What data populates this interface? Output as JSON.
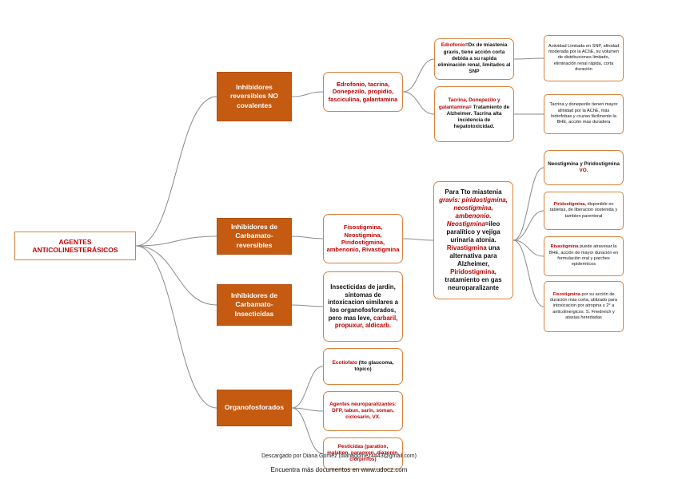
{
  "root": {
    "label": "AGENTES ANTICOLINESTERÁSICOS"
  },
  "categories": [
    {
      "label": "Inhibidores reversibles NO covalentes"
    },
    {
      "label": "Inhibidores de Carbamato-reversibles"
    },
    {
      "label": "Inhibidores de Carbamato-Insecticidas"
    },
    {
      "label": "Organofosforados"
    }
  ],
  "leaves": {
    "non_covalent_drugs": "Edrofonio, tacrina, Donepezilo, propidio, fasciculina, galantamina",
    "edrofonio": {
      "name": "Edrofonio",
      "text": "=Dx de miastenia gravis, tiene acción corta debida a su rapida eliminación renal, limitados al SNP"
    },
    "edrofonio_note": "Actividad Limitada en SNP, afinidad moderada por la AChE, su volumen de distribuciones limitado, eliminación renal rápida, corta duración",
    "tacrina": {
      "name": "Tacrina, Donepezilo y galantamina",
      "text": "= Tratamiento de Alzheimer. Tacrina alta incidencia de hepatotoxicidad."
    },
    "tacrina_note": "Tacrina y donepezilo tienen mayor afinidad por la AChE, más hidrofobas y cruzan fácilmente la BHE, acción mas duradera",
    "carbamate_drugs": "Fisostigmina, Neostigmina, Piridostigmina, ambenonio, Rivastigmina",
    "carbamate_uses": {
      "intro": "Para Tto miastenia",
      "gravis": "gravis: piridostigmina",
      "neo": ", neostigmina,",
      "ambenonio": "ambenonio.",
      "neo2": "Neostigmina",
      "ileo": "=ileo paralítico y vejiga urinaria atonia.",
      "rivas": "Rivastigmina",
      "rivas_text": " una alternativa para Alzheimer,",
      "pirido": "Piridostigmina,",
      "pirido_text": " tratamiento en gas neuroparalizante"
    },
    "neo_pirido": {
      "text": "Neostigmina y Piridostigmina",
      "tag": "VO."
    },
    "piridostigmina": {
      "name": "Piridostigmina,",
      "text": " disponible en tabletas, de liberacion sostenida y tambien parenteral"
    },
    "rivastigmina": {
      "name": "Rivastigmina",
      "text": " puede atravesar la BHE, acción de mayor duración en formulación oral y parches epidermicos"
    },
    "fisostigmina": {
      "name": "Fisostigmina",
      "text": " por su acción de duración más corta, utilizado para intoxicacion por atropina y 2° a anticolinergicos. S. Friedreich y ataxias heredadas"
    },
    "insecticides": {
      "text": "Insecticidas de jardin, síntomas de intoxicacion similares a los organofosforados, pero mas leve,",
      "examples": "carbaril, propuxur, aldicarb."
    },
    "ecotiofato": {
      "name": "Ecotiofato",
      "text": " (tto glaucoma, tópico)"
    },
    "agentes": {
      "name": "Agentes neuroparalizantes: DFP, tabun, sarin, soman, ciclosarin, VX."
    },
    "pesticidas": {
      "name": "Pesticidas (paration, malation, paraoxon, diazonin, clorpirifos)"
    }
  },
  "footer": {
    "line1": "Descargado por Diana Gómez (dianagomez4443@gmail.com)",
    "line2": "Encuentra más documentos en www.udocz.com"
  },
  "colors": {
    "accent": "#c55a11",
    "border": "#d9823b",
    "highlight": "#c00000",
    "link": "#8a8a8a"
  }
}
